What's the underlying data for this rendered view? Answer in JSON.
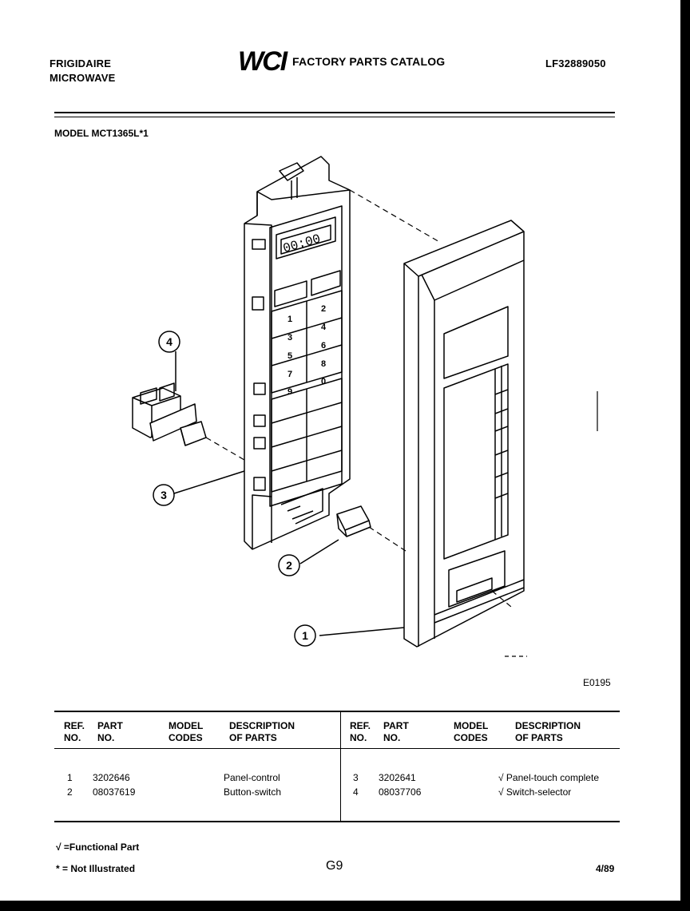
{
  "header": {
    "brand": "FRIGIDAIRE",
    "product": "MICROWAVE",
    "logo": "WCI",
    "catalog_title": "FACTORY PARTS CATALOG",
    "catalog_number": "LF32889050",
    "model": "MODEL MCT1365L*1"
  },
  "diagram": {
    "code": "E0195",
    "display_digits": "00:00",
    "callouts": [
      "1",
      "2",
      "3",
      "4"
    ]
  },
  "table": {
    "columns": {
      "ref": [
        "REF.",
        "NO."
      ],
      "part": [
        "PART",
        "NO."
      ],
      "codes": [
        "MODEL",
        "CODES"
      ],
      "desc": [
        "DESCRIPTION",
        "OF PARTS"
      ]
    },
    "left_rows": [
      {
        "ref": "1",
        "part": "3202646",
        "codes": "",
        "desc": "Panel-control"
      },
      {
        "ref": "2",
        "part": "08037619",
        "codes": "",
        "desc": "Button-switch"
      }
    ],
    "right_rows": [
      {
        "ref": "3",
        "part": "3202641",
        "codes": "",
        "desc": "√ Panel-touch complete"
      },
      {
        "ref": "4",
        "part": "08037706",
        "codes": "",
        "desc": "√ Switch-selector"
      }
    ]
  },
  "footer": {
    "functional_note": "√ =Functional Part",
    "not_illustrated_note": "* = Not Illustrated",
    "page": "G9",
    "date": "4/89"
  }
}
